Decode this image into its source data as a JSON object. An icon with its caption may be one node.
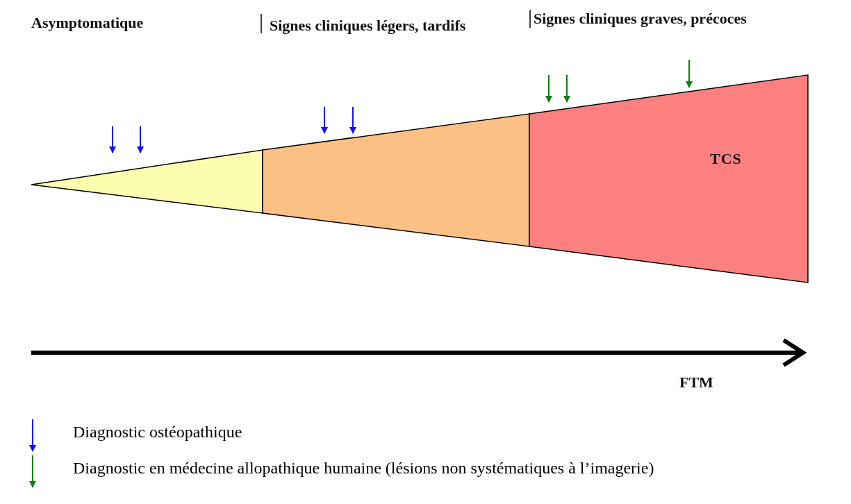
{
  "diagram": {
    "nodes": [
      {
        "text": [],
        "shape": "box"
      },
      {
        "text": [],
        "shape": "box"
      },
      {
        "text": [
          "TCS"
        ]
      }
    ],
    "edges": [],
    "labels": [
      "Asymptomatique",
      "Signes cliniques légers, tardifs",
      "Signes cliniques graves, précoces",
      "FTM"
    ],
    "legend": [
      {
        "text": "Diagnostic ostéopathique"
      },
      {
        "text": "Diagnostic en médecine allopathique humaine (lésions non systématiques à l’imagerie)"
      }
    ]
  }
}
